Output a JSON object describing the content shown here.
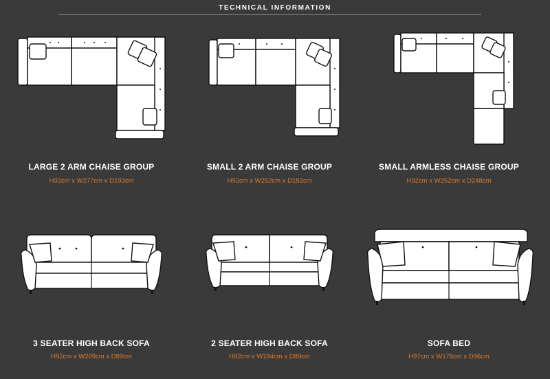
{
  "header": {
    "title": "TECHNICAL INFORMATION"
  },
  "products": [
    {
      "name": "LARGE 2 ARM CHAISE GROUP",
      "dims": "H92cm x W277cm x D193cm"
    },
    {
      "name": "SMALL 2 ARM CHAISE GROUP",
      "dims": "H92cm x W252cm x D182cm"
    },
    {
      "name": "SMALL ARMLESS CHAISE GROUP",
      "dims": "H92cm x W252cm x D248cm"
    },
    {
      "name": "3 SEATER HIGH BACK SOFA",
      "dims": "H92cm x W209cm x D89cm"
    },
    {
      "name": "2 SEATER HIGH BACK SOFA",
      "dims": "H92cm x W184cm x D89cm"
    },
    {
      "name": "SOFA BED",
      "dims": "H97cm x W178cm x D96cm"
    }
  ]
}
